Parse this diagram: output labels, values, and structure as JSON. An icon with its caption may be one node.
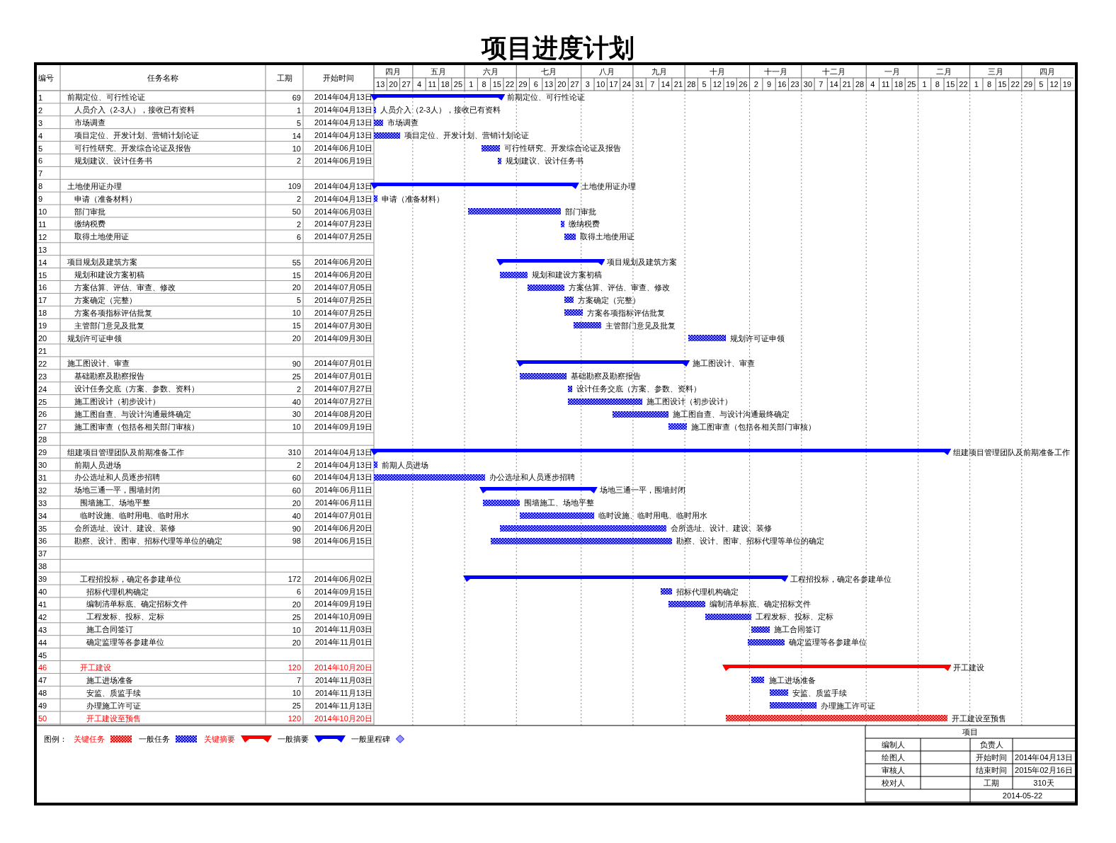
{
  "diagram": {
    "title": "项目进度计划",
    "nodes": [
      {
        "text": [],
        "shape": "bar",
        "beside": [
          "前期定位、可行性论证"
        ]
      },
      {
        "text": [],
        "shape": "bar",
        "beside": [
          "人员介入（2-3人），接收已有资料"
        ]
      },
      {
        "text": [],
        "shape": "bar",
        "beside": [
          "市场调查"
        ]
      },
      {
        "text": [],
        "shape": "bar",
        "beside": [
          "项目定位、开发计划、营销计划论证"
        ]
      },
      {
        "text": [],
        "shape": "bar",
        "beside": [
          "可行性研究、开发综合论证及报告"
        ]
      },
      {
        "text": [],
        "shape": "bar",
        "beside": [
          "规划建议、设计任务书"
        ]
      },
      {
        "text": [],
        "shape": "bar",
        "beside": [
          "土地使用证办理"
        ]
      },
      {
        "text": [],
        "shape": "bar",
        "beside": [
          "申请（准备材料）"
        ]
      },
      {
        "text": [],
        "shape": "bar",
        "beside": [
          "部门审批"
        ]
      },
      {
        "text": [],
        "shape": "bar",
        "beside": [
          "缴纳税费"
        ]
      },
      {
        "text": [],
        "shape": "bar",
        "beside": [
          "取得土地使用证"
        ]
      },
      {
        "text": [],
        "shape": "bar",
        "beside": [
          "项目规划及建筑方案"
        ]
      },
      {
        "text": [],
        "shape": "bar",
        "beside": [
          "规划和建设方案初稿"
        ]
      },
      {
        "text": [],
        "shape": "bar",
        "beside": [
          "方案估算、评估、审查、修改"
        ]
      },
      {
        "text": [],
        "shape": "bar",
        "beside": [
          "方案确定（完整）"
        ]
      },
      {
        "text": [],
        "shape": "bar",
        "beside": [
          "方案各项指标评估批复"
        ]
      },
      {
        "text": [],
        "shape": "bar",
        "beside": [
          "主管部门意见及批复"
        ]
      },
      {
        "text": [],
        "shape": "bar",
        "beside": [
          "规划许可证申领"
        ]
      },
      {
        "text": [],
        "shape": "bar",
        "beside": [
          "施工图设计、审查"
        ]
      },
      {
        "text": [],
        "shape": "bar",
        "beside": [
          "基础勘察及勘察报告"
        ]
      },
      {
        "text": [],
        "shape": "bar",
        "beside": [
          "设计任务交底（方案、参数、资料）"
        ]
      },
      {
        "text": [],
        "shape": "bar",
        "beside": [
          "施工图设计（初步设计）"
        ]
      },
      {
        "text": [],
        "shape": "bar",
        "beside": [
          "施工图自查、与设计沟通最终确定"
        ]
      },
      {
        "text": [],
        "shape": "bar",
        "beside": [
          "施工图审查（包括各相关部门审核）"
        ]
      },
      {
        "text": [],
        "shape": "bar",
        "beside": [
          "组建项目管理团队及前期准备工作"
        ]
      },
      {
        "text": [],
        "shape": "bar",
        "beside": [
          "前期人员进场"
        ]
      },
      {
        "text": [],
        "shape": "bar",
        "beside": [
          "办公选址和人员逐步招聘"
        ]
      },
      {
        "text": [],
        "shape": "bar",
        "beside": [
          "场地三通一平，围墙封闭"
        ]
      },
      {
        "text": [],
        "shape": "bar",
        "beside": [
          "围墙施工、场地平整"
        ]
      },
      {
        "text": [],
        "shape": "bar",
        "beside": [
          "临时设施、临时用电、临时用水"
        ]
      },
      {
        "text": [],
        "shape": "bar",
        "beside": [
          "会所选址、设计、建设、装修"
        ]
      },
      {
        "text": [],
        "shape": "bar",
        "beside": [
          "勘察、设计、图审、招标代理等单位的确定"
        ]
      },
      {
        "text": [],
        "shape": "bar",
        "beside": [
          "工程招投标，确定各参建单位"
        ]
      },
      {
        "text": [],
        "shape": "bar",
        "beside": [
          "招标代理机构确定"
        ]
      },
      {
        "text": [],
        "shape": "bar",
        "beside": [
          "编制清单标底、确定招标文件"
        ]
      },
      {
        "text": [],
        "shape": "bar",
        "beside": [
          "工程发标、投标、定标"
        ]
      },
      {
        "text": [],
        "shape": "bar",
        "beside": [
          "施工合同签订"
        ]
      },
      {
        "text": [],
        "shape": "bar",
        "beside": [
          "确定监理等各参建单位"
        ]
      },
      {
        "text": [],
        "shape": "bar",
        "beside": [
          "开工建设"
        ]
      },
      {
        "text": [],
        "shape": "bar",
        "beside": [
          "施工进场准备"
        ]
      },
      {
        "text": [],
        "shape": "bar",
        "beside": [
          "安监、质监手续"
        ]
      },
      {
        "text": [],
        "shape": "bar",
        "beside": [
          "办理施工许可证"
        ]
      },
      {
        "text": [],
        "shape": "bar",
        "beside": [
          "开工建设至预售"
        ]
      }
    ],
    "labels": [
      "编号",
      "任务名称",
      "工期",
      "开始时间",
      "四月",
      "五月",
      "六月",
      "七月",
      "八月",
      "九月",
      "十月",
      "十一月",
      "十二月",
      "一月",
      "二月",
      "三月",
      "四月",
      "13",
      "20",
      "27",
      "4",
      "11",
      "18",
      "25",
      "1",
      "8",
      "15",
      "22",
      "29",
      "6",
      "13",
      "20",
      "27",
      "3",
      "10",
      "17",
      "24",
      "31",
      "7",
      "14",
      "21",
      "28",
      "5",
      "12",
      "19",
      "26",
      "2",
      "9",
      "16",
      "23",
      "30",
      "7",
      "14",
      "21",
      "28",
      "4",
      "11",
      "18",
      "25",
      "1",
      "8",
      "15",
      "22",
      "1",
      "8",
      "15",
      "22",
      "29",
      "5",
      "12",
      "19",
      "1",
      "前期定位、可行性论证",
      "69",
      "2014年04月13日",
      "2",
      "人员介入（2-3人），接收已有资料",
      "1",
      "2014年04月13日",
      "3",
      "市场调查",
      "5",
      "2014年04月13日",
      "4",
      "项目定位、开发计划、营销计划论证",
      "14",
      "2014年04月13日",
      "5",
      "可行性研究、开发综合论证及报告",
      "10",
      "2014年06月10日",
      "6",
      "规划建议、设计任务书",
      "2",
      "2014年06月19日",
      "7",
      "8",
      "土地使用证办理",
      "109",
      "2014年04月13日",
      "9",
      "申请（准备材料）",
      "2",
      "2014年04月13日",
      "10",
      "部门审批",
      "50",
      "2014年06月03日",
      "11",
      "缴纳税费",
      "2",
      "2014年07月23日",
      "12",
      "取得土地使用证",
      "6",
      "2014年07月25日",
      "13",
      "14",
      "项目规划及建筑方案",
      "55",
      "2014年06月20日",
      "15",
      "规划和建设方案初稿",
      "15",
      "2014年06月20日",
      "16",
      "方案估算、评估、审查、修改",
      "20",
      "2014年07月05日",
      "17",
      "方案确定（完整）",
      "5",
      "2014年07月25日",
      "18",
      "方案各项指标评估批复",
      "10",
      "2014年07月25日",
      "19",
      "主管部门意见及批复",
      "15",
      "2014年07月30日",
      "20",
      "规划许可证申领",
      "20",
      "2014年09月30日",
      "21",
      "22",
      "施工图设计、审查",
      "90",
      "2014年07月01日",
      "23",
      "基础勘察及勘察报告",
      "25",
      "2014年07月01日",
      "24",
      "设计任务交底（方案、参数、资料）",
      "2",
      "2014年07月27日",
      "25",
      "施工图设计（初步设计）",
      "40",
      "2014年07月27日",
      "26",
      "施工图自查、与设计沟通最终确定",
      "30",
      "2014年08月20日",
      "27",
      "施工图审查（包括各相关部门审核）",
      "10",
      "2014年09月19日",
      "28",
      "29",
      "组建项目管理团队及前期准备工作",
      "310",
      "2014年04月13日",
      "30",
      "前期人员进场",
      "2",
      "2014年04月13日",
      "31",
      "办公选址和人员逐步招聘",
      "60",
      "2014年04月13日",
      "32",
      "场地三通一平，围墙封闭",
      "60",
      "2014年06月11日",
      "33",
      "围墙施工、场地平整",
      "20",
      "2014年06月11日",
      "34",
      "临时设施、临时用电、临时用水",
      "40",
      "2014年07月01日",
      "35",
      "会所选址、设计、建设、装修",
      "90",
      "2014年06月20日",
      "36",
      "勘察、设计、图审、招标代理等单位的确定",
      "98",
      "2014年06月15日",
      "37",
      "38",
      "39",
      "工程招投标，确定各参建单位",
      "172",
      "2014年06月02日",
      "40",
      "招标代理机构确定",
      "6",
      "2014年09月15日",
      "41",
      "编制清单标底、确定招标文件",
      "20",
      "2014年09月19日",
      "42",
      "工程发标、投标、定标",
      "25",
      "2014年10月09日",
      "43",
      "施工合同签订",
      "10",
      "2014年11月03日",
      "44",
      "确定监理等各参建单位",
      "20",
      "2014年11月01日",
      "45",
      "46",
      "开工建设",
      "120",
      "2014年10月20日",
      "47",
      "施工进场准备",
      "7",
      "2014年11月03日",
      "48",
      "安监、质监手续",
      "10",
      "2014年11月13日",
      "49",
      "办理施工许可证",
      "25",
      "2014年11月13日",
      "50",
      "开工建设至预售",
      "120",
      "2014年10月20日",
      "图例：",
      "项目",
      "编制人",
      "负责人",
      "绘图人",
      "开始时间",
      "2014年04月13日",
      "审核人",
      "结束时间",
      "2015年02月16日",
      "校对人",
      "工期",
      "310天",
      "2014-05-22"
    ],
    "legend": [
      {
        "text": "关键任务",
        "color": "#ff0000"
      },
      {
        "text": "一般任务",
        "color": "#0000ff"
      },
      {
        "text": "关键摘要"
      },
      {
        "text": "一般摘要"
      },
      {
        "text": "一般里程碑"
      }
    ]
  }
}
